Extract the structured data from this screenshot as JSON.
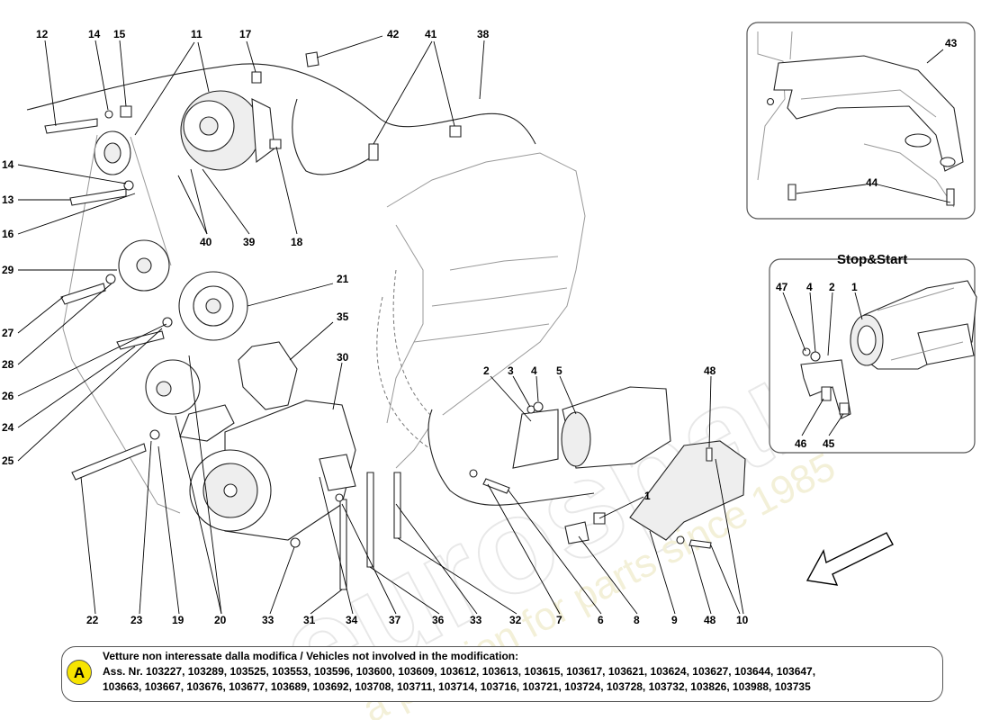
{
  "watermark": {
    "brand": "eurospares",
    "tagline": "a passion for parts since 1985"
  },
  "main_view": {
    "callouts": [
      "12",
      "14",
      "15",
      "11",
      "17",
      "42",
      "41",
      "38",
      "14",
      "13",
      "16",
      "40",
      "39",
      "18",
      "29",
      "27",
      "28",
      "26",
      "24",
      "25",
      "21",
      "35",
      "30",
      "2",
      "3",
      "4",
      "5",
      "48",
      "22",
      "23",
      "19",
      "20",
      "33",
      "31",
      "34",
      "37",
      "36",
      "33",
      "32",
      "7",
      "6",
      "8",
      "9",
      "48",
      "10",
      "1"
    ]
  },
  "inset_top": {
    "callouts": [
      "43",
      "44"
    ]
  },
  "inset_stop_start": {
    "title": "Stop&Start",
    "callouts": [
      "47",
      "4",
      "2",
      "1",
      "46",
      "45"
    ]
  },
  "note": {
    "badge": "A",
    "line1": "Vetture non interessate dalla modifica / Vehicles not involved in the modification:",
    "line2": "Ass. Nr. 103227, 103289, 103525, 103553, 103596, 103600, 103609, 103612, 103613, 103615, 103617, 103621, 103624, 103627, 103644, 103647,",
    "line3": "103663, 103667, 103676, 103677, 103689, 103692, 103708, 103711, 103714, 103716, 103721, 103724, 103728, 103732, 103826, 103988, 103735"
  },
  "colors": {
    "badge": "#f7e400",
    "line": "#000000",
    "watermark": "#e8e8e8"
  }
}
